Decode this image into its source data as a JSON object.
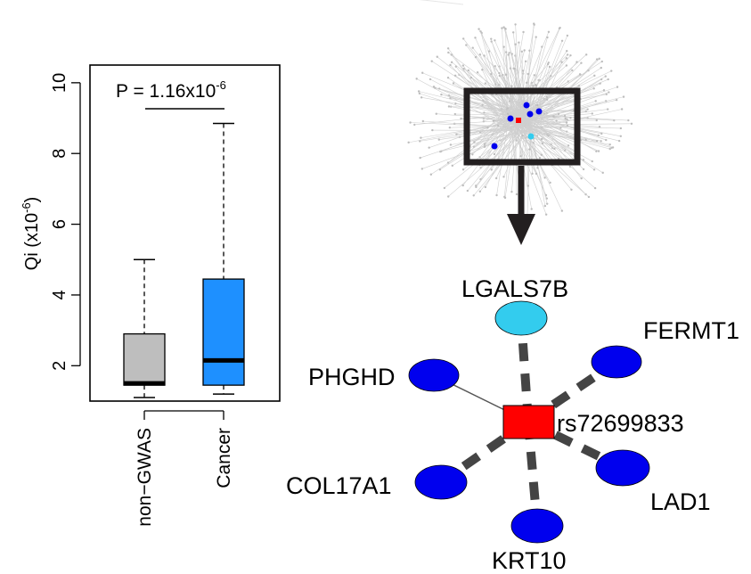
{
  "chart_data": [
    {
      "type": "box",
      "ylabel": "Qi (x10",
      "ylabel_sup": "-6",
      "ylabel_tail": ")",
      "ylim": [
        1,
        10.5
      ],
      "yticks": [
        2,
        4,
        6,
        8,
        10
      ],
      "categories": [
        "non−GWAS",
        "Cancer"
      ],
      "boxes": [
        {
          "category": "non−GWAS",
          "whisker_low": 1.1,
          "q1": 1.45,
          "median": 1.5,
          "q3": 2.9,
          "whisker_high": 5.0,
          "color": "#bebebe"
        },
        {
          "category": "Cancer",
          "whisker_low": 1.2,
          "q1": 1.45,
          "median": 2.15,
          "q3": 4.45,
          "whisker_high": 8.85,
          "color": "#1e90ff"
        }
      ],
      "annotation": {
        "text": "P = 1.16x10",
        "sup": "-6"
      }
    },
    {
      "type": "network",
      "hub": {
        "label": "rs72699833",
        "color": "#ff0000"
      },
      "nodes": [
        {
          "label": "LGALS7B",
          "color": "#33ccee",
          "edge": "dashed"
        },
        {
          "label": "FERMT1",
          "color": "#0000ee",
          "edge": "dashed"
        },
        {
          "label": "PHGHD",
          "color": "#0000ee",
          "edge": "solid"
        },
        {
          "label": "COL17A1",
          "color": "#0000ee",
          "edge": "dashed"
        },
        {
          "label": "LAD1",
          "color": "#0000ee",
          "edge": "dashed"
        },
        {
          "label": "KRT10",
          "color": "#0000ee",
          "edge": "dashed"
        }
      ]
    }
  ]
}
